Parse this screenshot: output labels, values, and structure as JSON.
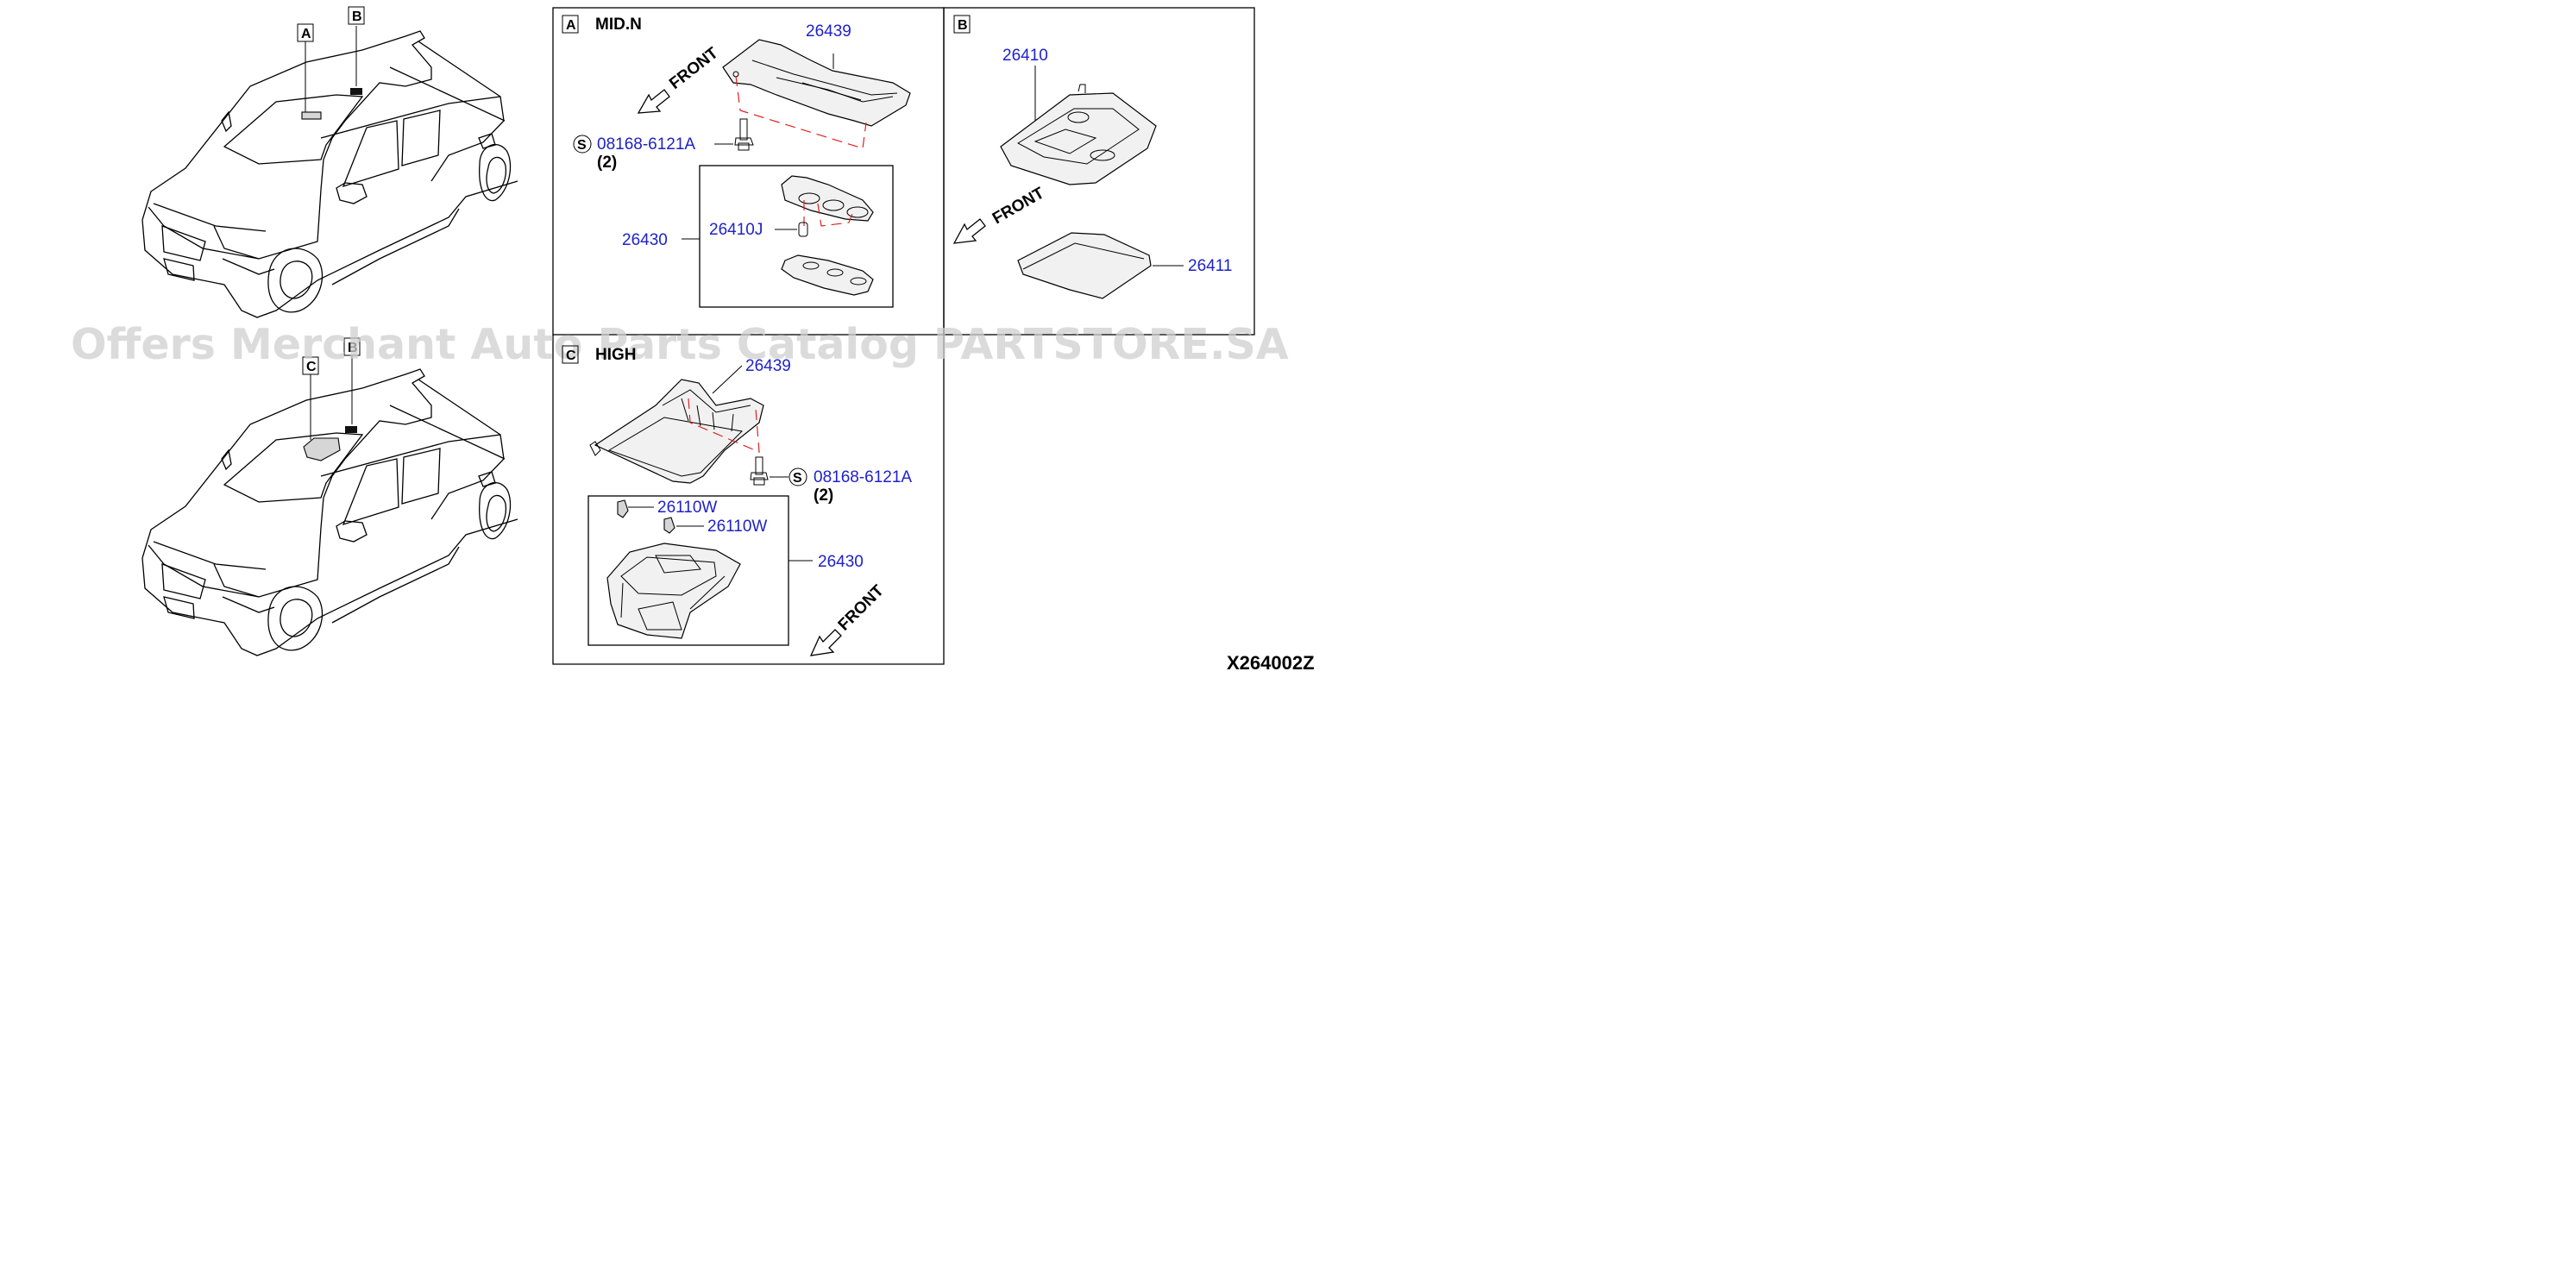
{
  "sections": {
    "a": {
      "letter": "A",
      "title": "MID.N"
    },
    "b": {
      "letter": "B"
    },
    "c": {
      "letter": "C",
      "title": "HIGH"
    }
  },
  "car_labels": {
    "top_a": "A",
    "top_b": "B",
    "bottom_c": "C",
    "bottom_b": "B"
  },
  "section_a": {
    "front": "FRONT",
    "p_26439": "26439",
    "screw": "08168-6121A",
    "screw_qty": "(2)",
    "p_26430": "26430",
    "p_26410j": "26410J",
    "screw_symbol": "S"
  },
  "section_b": {
    "front": "FRONT",
    "p_26410": "26410",
    "p_26411": "26411"
  },
  "section_c": {
    "p_26439": "26439",
    "screw": "08168-6121A",
    "screw_qty": "(2)",
    "screw_symbol": "S",
    "p_26110w_1": "26110W",
    "p_26110w_2": "26110W",
    "p_26430": "26430",
    "front": "FRONT"
  },
  "watermark": "Offers Merchant Auto Parts Catalog PARTSTORE.SA",
  "diagram_code": "X264002Z"
}
